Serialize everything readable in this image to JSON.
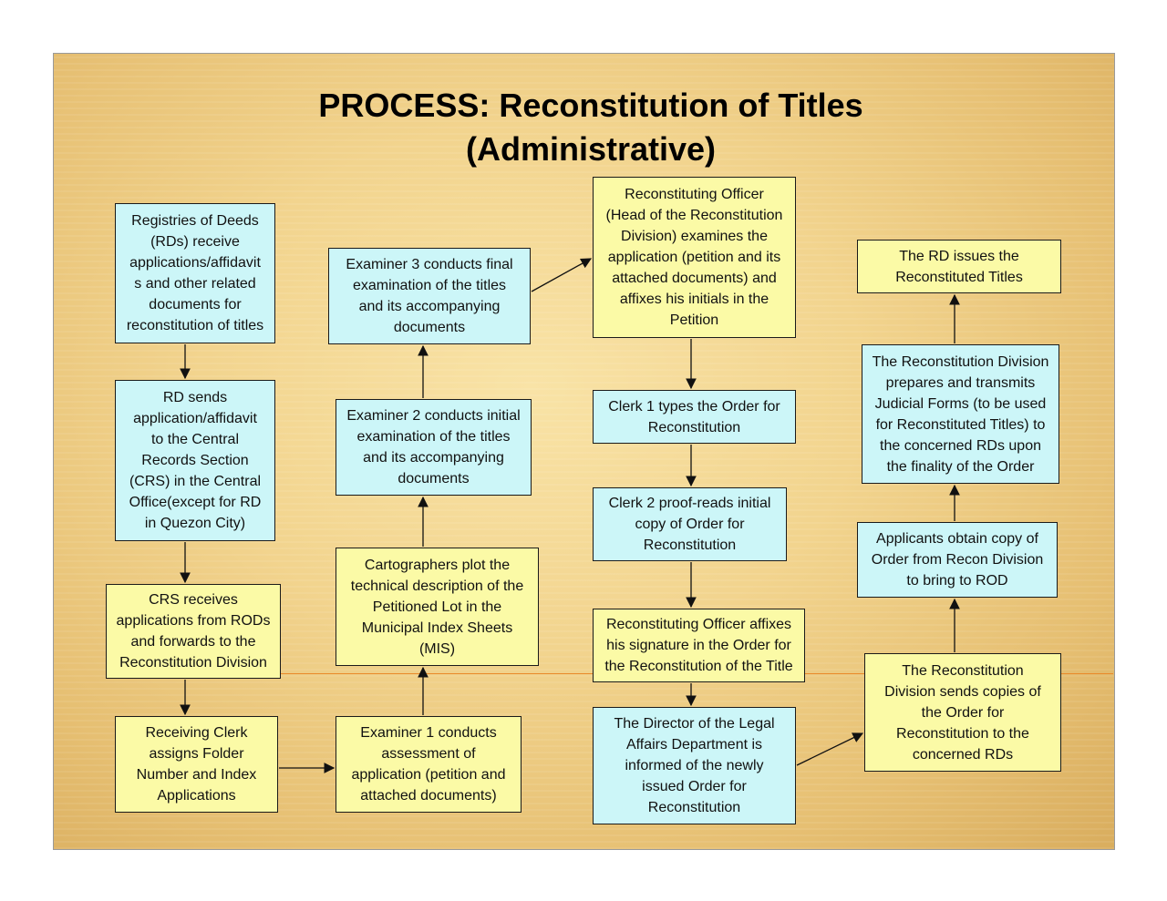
{
  "title": {
    "line1": "PROCESS: Reconstitution of Titles",
    "line2": "(Administrative)"
  },
  "colors": {
    "cyan_box": "#ccf6f8",
    "yellow_box": "#fbfaa6",
    "divider_line": "#e98a2b",
    "background": "#f2d48e"
  },
  "steps": {
    "rd_receive": "Registries of Deeds\n(RDs) receive\napplications/affidavit\ns and other related\ndocuments for\nreconstitution of titles",
    "rd_sends": "RD sends\napplication/affidavit\nto the Central\nRecords Section\n(CRS) in the Central\nOffice(except for RD\nin Quezon City)",
    "crs_receives": "CRS receives\napplications from RODs\nand forwards to the\nReconstitution Division",
    "receiving_clerk": "Receiving Clerk\nassigns Folder\nNumber and Index\nApplications",
    "examiner1": "Examiner 1 conducts\nassessment of\napplication (petition and\nattached documents)",
    "cartographers": "Cartographers plot the\ntechnical description of the\nPetitioned Lot in the\nMunicipal Index Sheets\n(MIS)",
    "examiner2": "Examiner 2 conducts initial\nexamination of the titles\nand its accompanying\ndocuments",
    "examiner3": "Examiner 3 conducts final\nexamination of the titles\nand its accompanying\ndocuments",
    "recon_officer": "Reconstituting Officer\n(Head of the Reconstitution\nDivision) examines the\napplication (petition and its\nattached documents) and\naffixes his initials in the\nPetition",
    "clerk1": "Clerk 1 types the Order for\nReconstitution",
    "clerk2": "Clerk 2 proof-reads initial\ncopy of Order for\nReconstitution",
    "recon_officer_sign": "Reconstituting Officer affixes\nhis signature in the Order for\nthe Reconstitution of the Title",
    "director": "The Director of the Legal\nAffairs Department is\ninformed of the newly\nissued Order for\nReconstitution",
    "division_sends": "The Reconstitution\nDivision sends copies of\nthe Order for\nReconstitution to the\nconcerned RDs",
    "applicants": "Applicants obtain copy of\nOrder from Recon Division\nto bring to ROD",
    "division_prepares": "The Reconstitution Division\nprepares and transmits\nJudicial Forms (to be used\nfor Reconstituted Titles) to\nthe concerned RDs upon\nthe finality of the Order",
    "rd_issues": "The RD issues the\nReconstituted Titles"
  }
}
